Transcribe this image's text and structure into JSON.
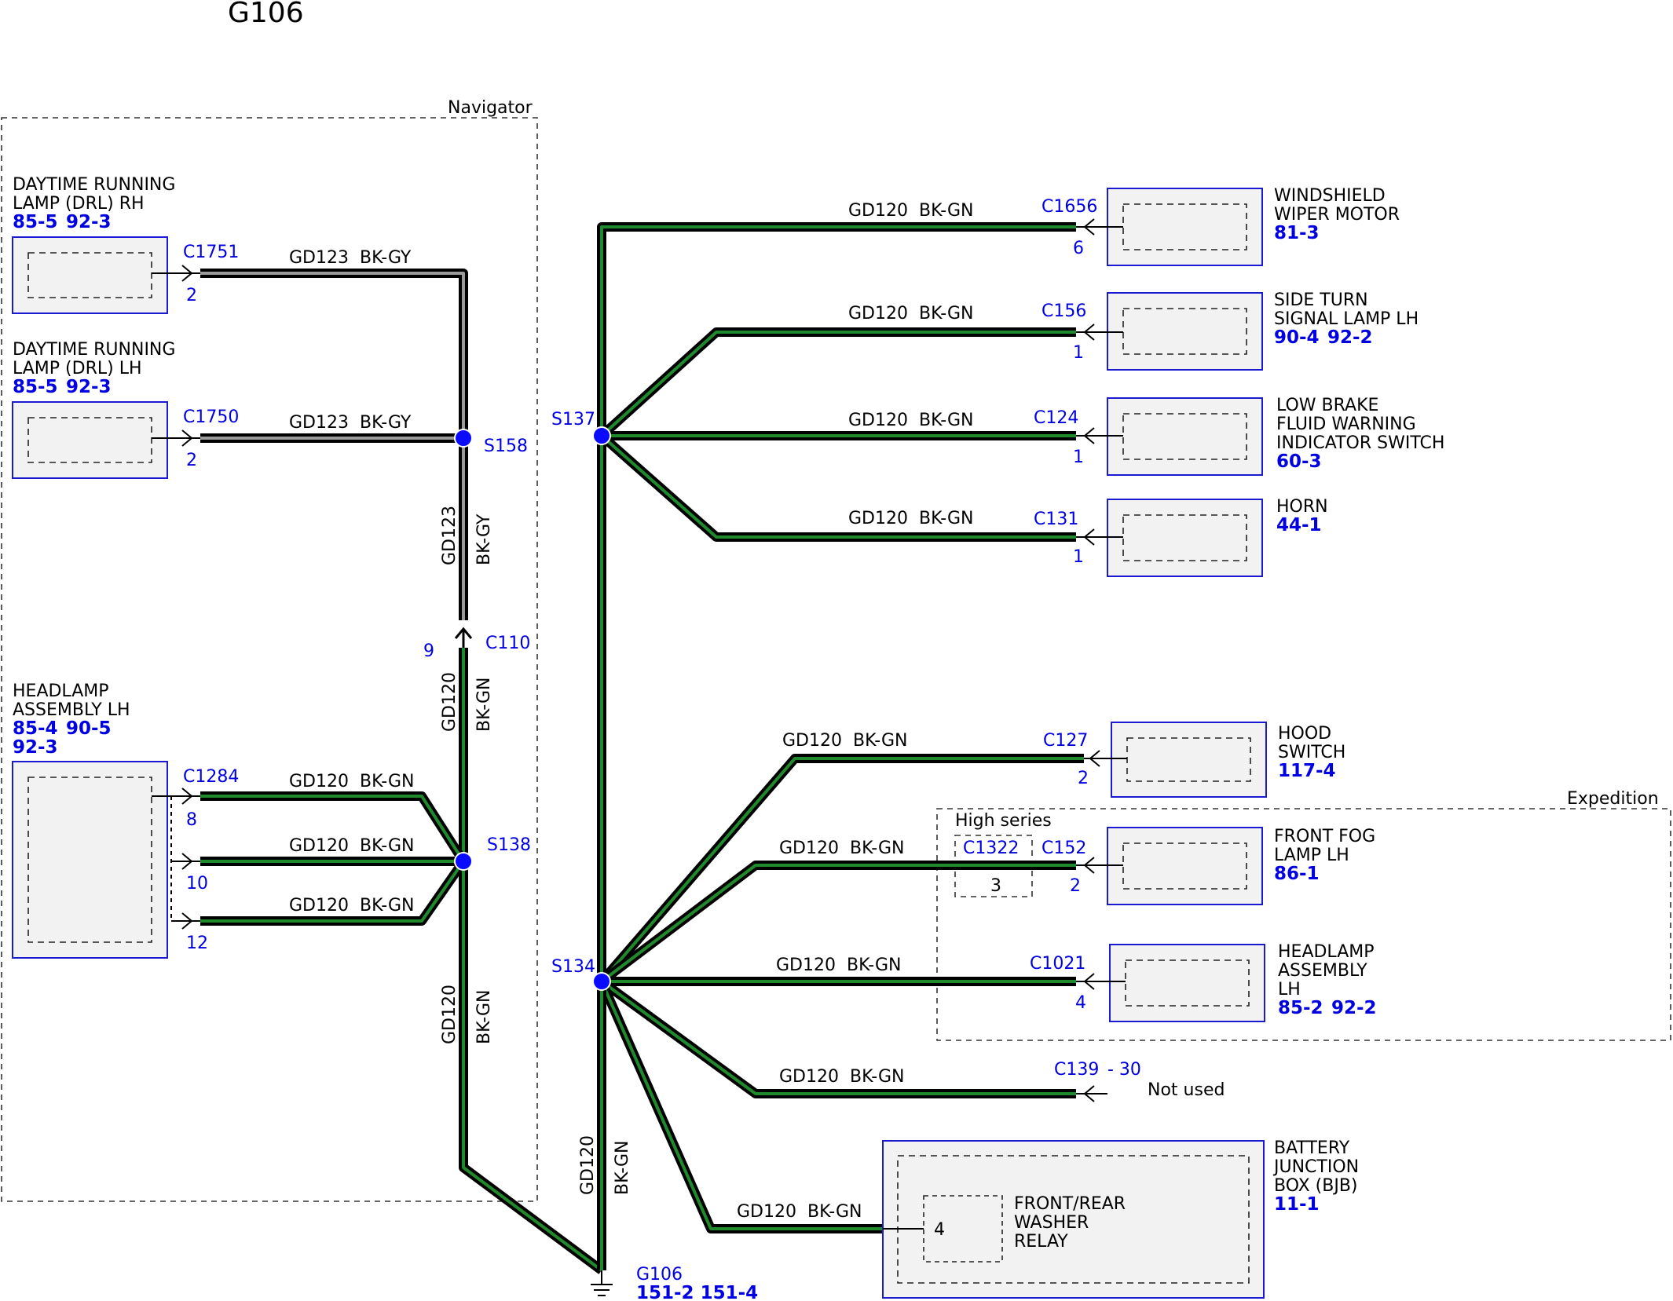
{
  "ground": {
    "name": "G106",
    "refs": "151-2 151-4"
  },
  "areas": {
    "navigator": "Navigator",
    "expedition": "Expedition",
    "high_series": "High series"
  },
  "wire": {
    "gd123": "GD123",
    "bk_gy": "BK-GY",
    "gd120": "GD120",
    "bk_gn": "BK-GN"
  },
  "splices": {
    "s158": "S158",
    "s138": "S138",
    "s137": "S137",
    "s134": "S134"
  },
  "connectors": {
    "c1751": {
      "id": "C1751",
      "pin": "2"
    },
    "c1750": {
      "id": "C1750",
      "pin": "2"
    },
    "c110": {
      "id": "C110",
      "pin": "9"
    },
    "c1284": {
      "id": "C1284",
      "pins": [
        "8",
        "10",
        "12"
      ]
    },
    "c1656": {
      "id": "C1656",
      "pin": "6"
    },
    "c156": {
      "id": "C156",
      "pin": "1"
    },
    "c124": {
      "id": "C124",
      "pin": "1"
    },
    "c131": {
      "id": "C131",
      "pin": "1"
    },
    "c127": {
      "id": "C127",
      "pin": "2"
    },
    "c1322": {
      "id": "C1322",
      "pin": "3"
    },
    "c152": {
      "id": "C152",
      "pin": "2"
    },
    "c1021": {
      "id": "C1021",
      "pin": "4"
    },
    "c139": {
      "id": "C139",
      "pin": "- 30",
      "note": "Not used"
    },
    "bjb_pin": "4"
  },
  "components": {
    "drl_rh": {
      "lines": [
        "DAYTIME RUNNING",
        "LAMP (DRL) RH"
      ],
      "refs": [
        "85-5",
        "92-3"
      ]
    },
    "drl_lh": {
      "lines": [
        "DAYTIME RUNNING",
        "LAMP (DRL) LH"
      ],
      "refs": [
        "85-5",
        "92-3"
      ]
    },
    "headlamp_lh_nav": {
      "lines": [
        "HEADLAMP",
        "ASSEMBLY LH"
      ],
      "refs": [
        "85-4",
        "90-5",
        "92-3"
      ]
    },
    "wiper": {
      "lines": [
        "WINDSHIELD",
        "WIPER MOTOR"
      ],
      "refs": [
        "81-3"
      ]
    },
    "side_turn": {
      "lines": [
        "SIDE TURN",
        "SIGNAL LAMP LH"
      ],
      "refs": [
        "90-4",
        "92-2"
      ]
    },
    "low_brake": {
      "lines": [
        "LOW BRAKE",
        "FLUID WARNING",
        "INDICATOR SWITCH"
      ],
      "refs": [
        "60-3"
      ]
    },
    "horn": {
      "lines": [
        "HORN"
      ],
      "refs": [
        "44-1"
      ]
    },
    "hood": {
      "lines": [
        "HOOD",
        "SWITCH"
      ],
      "refs": [
        "117-4"
      ]
    },
    "fog": {
      "lines": [
        "FRONT FOG",
        "LAMP LH"
      ],
      "refs": [
        "86-1"
      ]
    },
    "headlamp_lh_exp": {
      "lines": [
        "HEADLAMP",
        "ASSEMBLY",
        "LH"
      ],
      "refs": [
        "85-2",
        "92-2"
      ]
    },
    "bjb": {
      "lines": [
        "BATTERY",
        "JUNCTION",
        "BOX (BJB)"
      ],
      "refs": [
        "11-1"
      ]
    },
    "relay": {
      "lines": [
        "FRONT/REAR",
        "WASHER",
        "RELAY"
      ]
    }
  }
}
